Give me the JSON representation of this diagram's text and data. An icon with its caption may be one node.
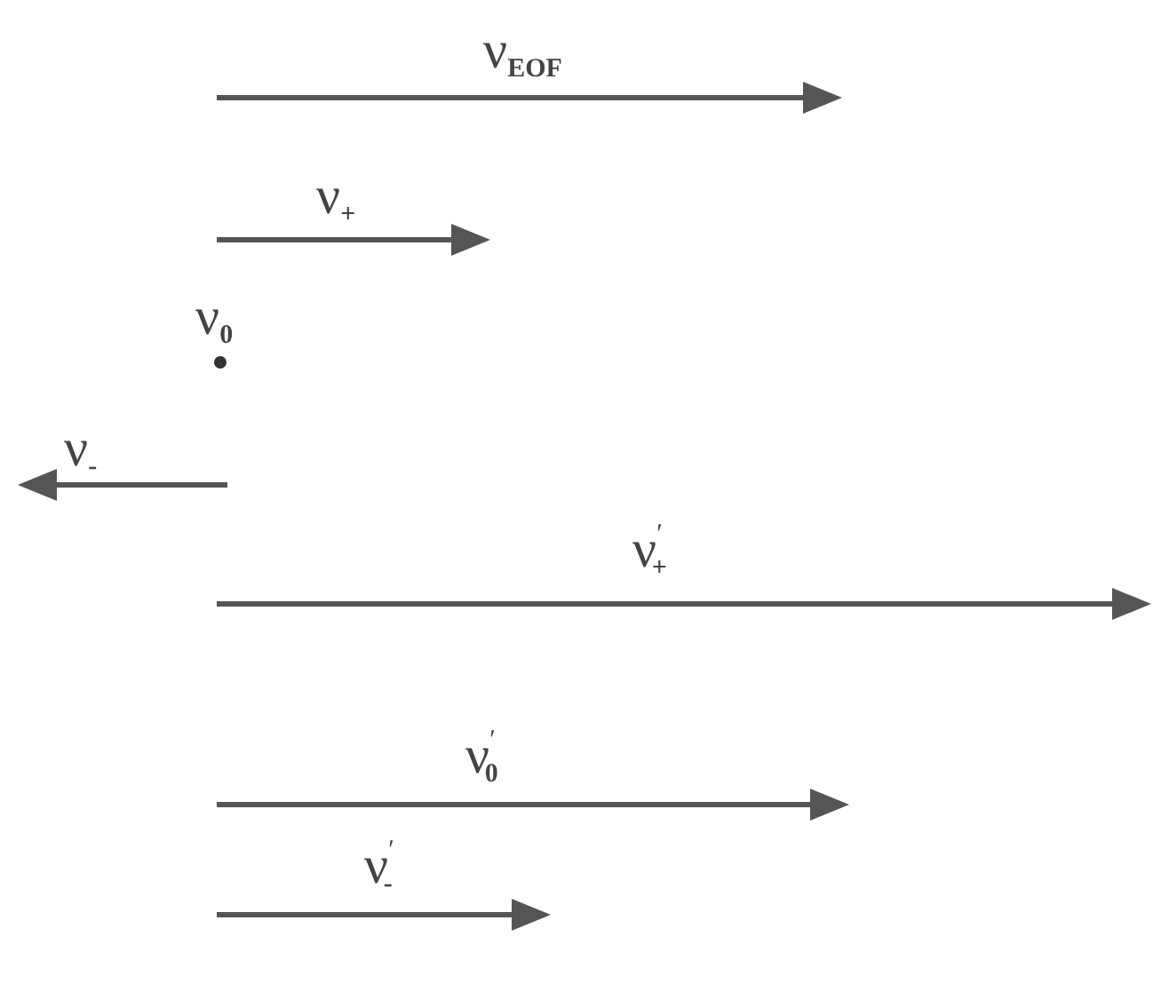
{
  "diagram": {
    "labels": [
      "ν$_{EOF}$",
      "ν$_{+}$",
      "ν$_{0}$",
      "ν$_{-}$",
      "ν$^{′}$$_{+}$",
      "ν$^{′}$$_{0}$",
      "ν$^{′}$$_{-}$"
    ]
  }
}
